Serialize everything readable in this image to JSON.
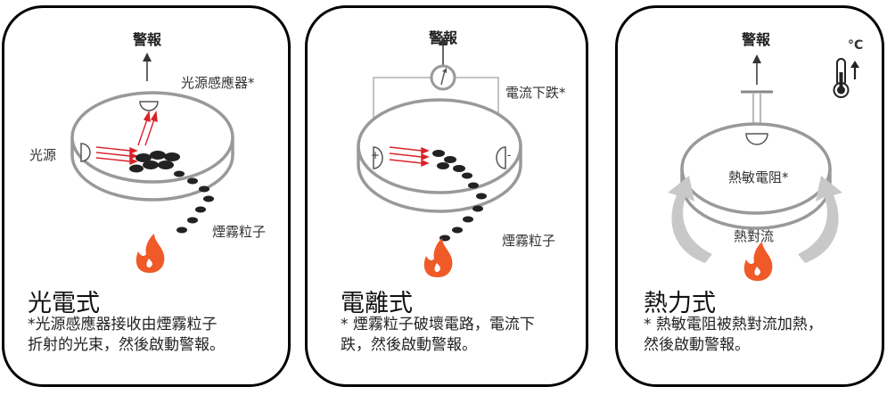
{
  "panels": [
    {
      "alarm": "警報",
      "sensor": "光源感應器*",
      "source": "光源",
      "particles": "煙霧粒子",
      "type": "光電式",
      "desc_line1": "*光源感應器接收由煙霧粒子",
      "desc_line2": "折射的光束，然後啟動警報。"
    },
    {
      "alarm": "警報",
      "current_drop": "電流下跌*",
      "plus": "+",
      "minus": "-",
      "particles": "煙霧粒子",
      "type": "電離式",
      "desc_line1": "* 煙霧粒子破壞電路，電流下",
      "desc_line2": "跌，然後啟動警報。"
    },
    {
      "alarm": "警報",
      "temp_unit": "°C",
      "thermistor": "熱敏電阻*",
      "convection": "熱對流",
      "type": "熱力式",
      "desc_line1": "* 熱敏電阻被熱對流加熱，",
      "desc_line2": "然後啟動警報。"
    }
  ],
  "icons": [
    "flame-icon",
    "thermometer-icon",
    "up-arrow-icon",
    "ammeter-icon",
    "photo-sensor-icon",
    "light-source-icon"
  ],
  "colors": {
    "flame": "#f05a28",
    "ray": "#d9232a",
    "particle": "#222222",
    "detector_stroke": "#999999",
    "convection_arrow": "#c8c8c8"
  }
}
